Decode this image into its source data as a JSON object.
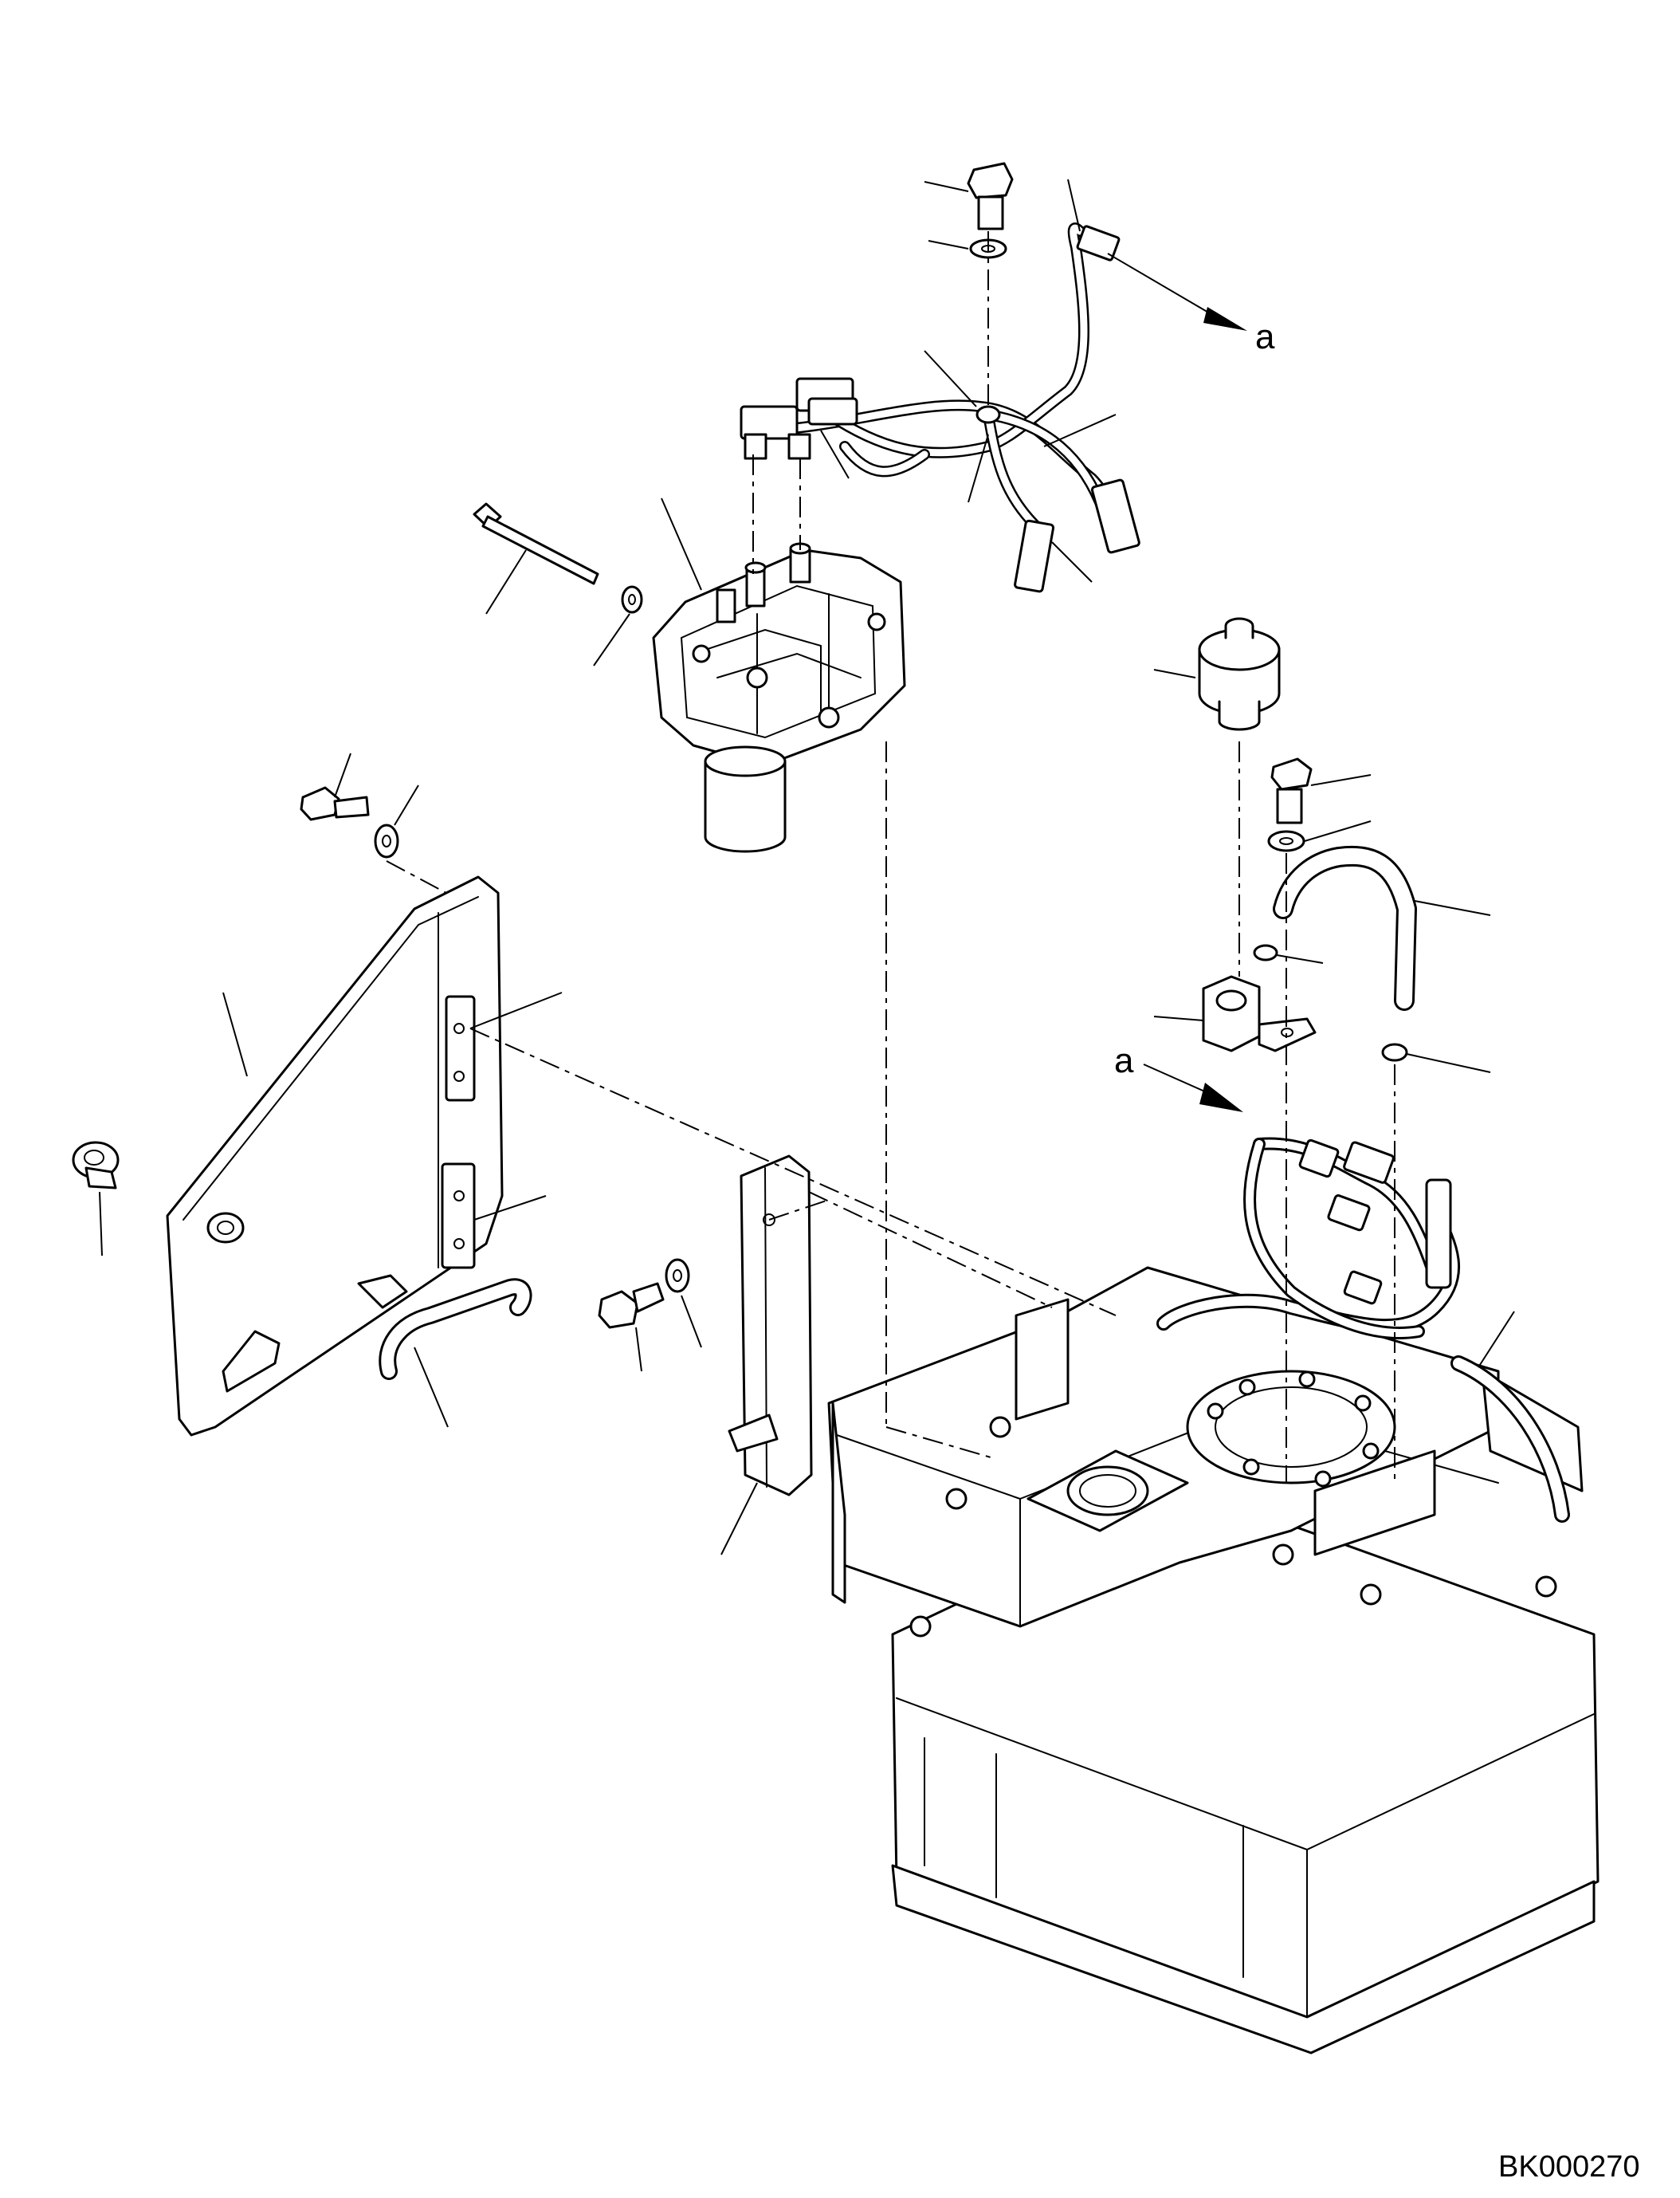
{
  "diagram": {
    "drawing_code": "BK000270",
    "callout_a_upper": "a",
    "callout_a_lower": "a"
  }
}
